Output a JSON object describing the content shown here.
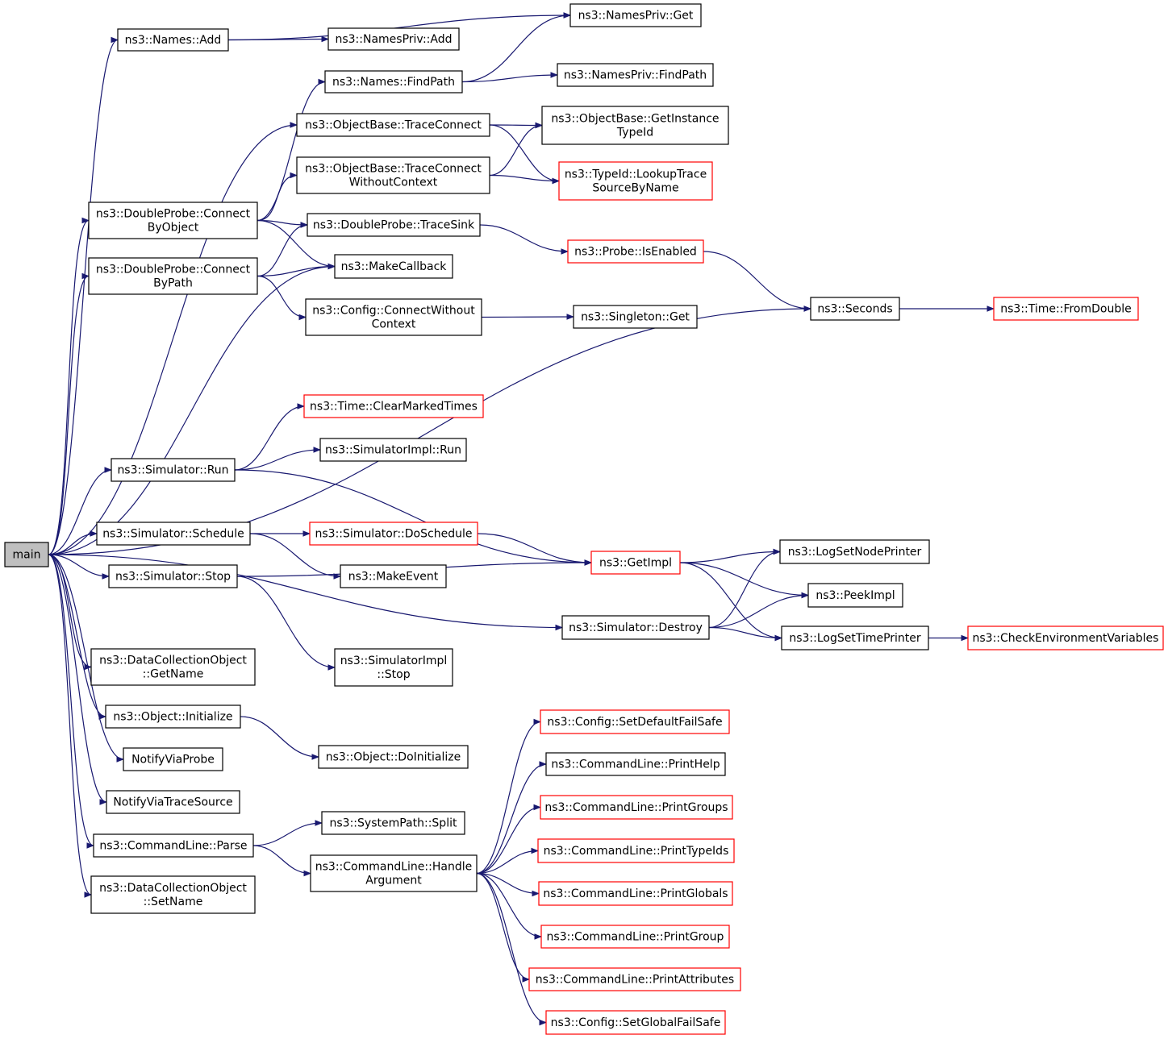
{
  "colors": {
    "edge": "#191970",
    "node_border": "#000000",
    "node_border_truncated": "#ff0000",
    "root_fill": "#bfbfbf",
    "background": "#ffffff"
  },
  "nodes": [
    {
      "id": "main",
      "lines": [
        "main"
      ],
      "style": "root"
    },
    {
      "id": "names_add",
      "lines": [
        "ns3::Names::Add"
      ],
      "style": "normal"
    },
    {
      "id": "namespriv_get",
      "lines": [
        "ns3::NamesPriv::Get"
      ],
      "style": "normal"
    },
    {
      "id": "namespriv_add",
      "lines": [
        "ns3::NamesPriv::Add"
      ],
      "style": "normal"
    },
    {
      "id": "names_findpath",
      "lines": [
        "ns3::Names::FindPath"
      ],
      "style": "normal"
    },
    {
      "id": "namespriv_findpath",
      "lines": [
        "ns3::NamesPriv::FindPath"
      ],
      "style": "normal"
    },
    {
      "id": "ob_traceconnect",
      "lines": [
        "ns3::ObjectBase::TraceConnect"
      ],
      "style": "normal"
    },
    {
      "id": "ob_getinstancetypeid",
      "lines": [
        "ns3::ObjectBase::GetInstance",
        "TypeId"
      ],
      "style": "normal"
    },
    {
      "id": "ob_traceconnectwoc",
      "lines": [
        "ns3::ObjectBase::TraceConnect",
        "WithoutContext"
      ],
      "style": "normal"
    },
    {
      "id": "typeid_lookup",
      "lines": [
        "ns3::TypeId::LookupTrace",
        "SourceByName"
      ],
      "style": "red"
    },
    {
      "id": "dp_connectbyobject",
      "lines": [
        "ns3::DoubleProbe::Connect",
        "ByObject"
      ],
      "style": "normal"
    },
    {
      "id": "dp_tracesink",
      "lines": [
        "ns3::DoubleProbe::TraceSink"
      ],
      "style": "normal"
    },
    {
      "id": "probe_isenabled",
      "lines": [
        "ns3::Probe::IsEnabled"
      ],
      "style": "red"
    },
    {
      "id": "dp_connectbypath",
      "lines": [
        "ns3::DoubleProbe::Connect",
        "ByPath"
      ],
      "style": "normal"
    },
    {
      "id": "makecallback",
      "lines": [
        "ns3::MakeCallback"
      ],
      "style": "normal"
    },
    {
      "id": "seconds",
      "lines": [
        "ns3::Seconds"
      ],
      "style": "normal"
    },
    {
      "id": "time_fromdouble",
      "lines": [
        "ns3::Time::FromDouble"
      ],
      "style": "red"
    },
    {
      "id": "config_connectwoc",
      "lines": [
        "ns3::Config::ConnectWithout",
        "Context"
      ],
      "style": "normal"
    },
    {
      "id": "singleton_get",
      "lines": [
        "ns3::Singleton::Get"
      ],
      "style": "normal"
    },
    {
      "id": "time_clearmarked",
      "lines": [
        "ns3::Time::ClearMarkedTimes"
      ],
      "style": "red"
    },
    {
      "id": "simimpl_run",
      "lines": [
        "ns3::SimulatorImpl::Run"
      ],
      "style": "normal"
    },
    {
      "id": "sim_run",
      "lines": [
        "ns3::Simulator::Run"
      ],
      "style": "normal"
    },
    {
      "id": "sim_schedule",
      "lines": [
        "ns3::Simulator::Schedule"
      ],
      "style": "normal"
    },
    {
      "id": "sim_doschedule",
      "lines": [
        "ns3::Simulator::DoSchedule"
      ],
      "style": "red"
    },
    {
      "id": "getimpl",
      "lines": [
        "ns3::GetImpl"
      ],
      "style": "red"
    },
    {
      "id": "lognodeprinter",
      "lines": [
        "ns3::LogSetNodePrinter"
      ],
      "style": "normal"
    },
    {
      "id": "makeevent",
      "lines": [
        "ns3::MakeEvent"
      ],
      "style": "normal"
    },
    {
      "id": "sim_stop",
      "lines": [
        "ns3::Simulator::Stop"
      ],
      "style": "normal"
    },
    {
      "id": "peekimpl",
      "lines": [
        "ns3::PeekImpl"
      ],
      "style": "normal"
    },
    {
      "id": "sim_destroy",
      "lines": [
        "ns3::Simulator::Destroy"
      ],
      "style": "normal"
    },
    {
      "id": "logtimeprinter",
      "lines": [
        "ns3::LogSetTimePrinter"
      ],
      "style": "normal"
    },
    {
      "id": "checkenv",
      "lines": [
        "ns3::CheckEnvironmentVariables"
      ],
      "style": "red"
    },
    {
      "id": "dco_getname",
      "lines": [
        "ns3::DataCollectionObject",
        "::GetName"
      ],
      "style": "normal"
    },
    {
      "id": "simimpl_stop",
      "lines": [
        "ns3::SimulatorImpl",
        "::Stop"
      ],
      "style": "normal"
    },
    {
      "id": "object_initialize",
      "lines": [
        "ns3::Object::Initialize"
      ],
      "style": "normal"
    },
    {
      "id": "object_doinitialize",
      "lines": [
        "ns3::Object::DoInitialize"
      ],
      "style": "normal"
    },
    {
      "id": "notifyviaprobe",
      "lines": [
        "NotifyViaProbe"
      ],
      "style": "normal"
    },
    {
      "id": "notifyviatracesource",
      "lines": [
        "NotifyViaTraceSource"
      ],
      "style": "normal"
    },
    {
      "id": "config_setdefaultfailsafe",
      "lines": [
        "ns3::Config::SetDefaultFailSafe"
      ],
      "style": "red"
    },
    {
      "id": "cl_printhelp",
      "lines": [
        "ns3::CommandLine::PrintHelp"
      ],
      "style": "normal"
    },
    {
      "id": "cl_printgroups",
      "lines": [
        "ns3::CommandLine::PrintGroups"
      ],
      "style": "red"
    },
    {
      "id": "systempath_split",
      "lines": [
        "ns3::SystemPath::Split"
      ],
      "style": "normal"
    },
    {
      "id": "cl_parse",
      "lines": [
        "ns3::CommandLine::Parse"
      ],
      "style": "normal"
    },
    {
      "id": "cl_printtypeids",
      "lines": [
        "ns3::CommandLine::PrintTypeIds"
      ],
      "style": "red"
    },
    {
      "id": "cl_handleargument",
      "lines": [
        "ns3::CommandLine::Handle",
        "Argument"
      ],
      "style": "normal"
    },
    {
      "id": "dco_setname",
      "lines": [
        "ns3::DataCollectionObject",
        "::SetName"
      ],
      "style": "normal"
    },
    {
      "id": "cl_printglobals",
      "lines": [
        "ns3::CommandLine::PrintGlobals"
      ],
      "style": "red"
    },
    {
      "id": "cl_printgroup",
      "lines": [
        "ns3::CommandLine::PrintGroup"
      ],
      "style": "red"
    },
    {
      "id": "cl_printattributes",
      "lines": [
        "ns3::CommandLine::PrintAttributes"
      ],
      "style": "red"
    },
    {
      "id": "config_setglobalfailsafe",
      "lines": [
        "ns3::Config::SetGlobalFailSafe"
      ],
      "style": "red"
    }
  ],
  "edges": [
    [
      "main",
      "names_add"
    ],
    [
      "main",
      "ob_traceconnect"
    ],
    [
      "main",
      "dp_connectbyobject"
    ],
    [
      "main",
      "dp_connectbypath"
    ],
    [
      "main",
      "makecallback"
    ],
    [
      "main",
      "seconds"
    ],
    [
      "main",
      "sim_run"
    ],
    [
      "main",
      "sim_schedule"
    ],
    [
      "main",
      "sim_stop"
    ],
    [
      "main",
      "sim_destroy"
    ],
    [
      "main",
      "dco_getname"
    ],
    [
      "main",
      "object_initialize"
    ],
    [
      "main",
      "notifyviaprobe"
    ],
    [
      "main",
      "notifyviatracesource"
    ],
    [
      "main",
      "cl_parse"
    ],
    [
      "main",
      "dco_setname"
    ],
    [
      "names_add",
      "namespriv_get"
    ],
    [
      "names_add",
      "namespriv_add"
    ],
    [
      "names_findpath",
      "namespriv_get"
    ],
    [
      "names_findpath",
      "namespriv_findpath"
    ],
    [
      "ob_traceconnect",
      "ob_getinstancetypeid"
    ],
    [
      "ob_traceconnect",
      "typeid_lookup"
    ],
    [
      "ob_traceconnectwoc",
      "ob_getinstancetypeid"
    ],
    [
      "ob_traceconnectwoc",
      "typeid_lookup"
    ],
    [
      "dp_connectbyobject",
      "names_findpath"
    ],
    [
      "dp_connectbyobject",
      "ob_traceconnectwoc"
    ],
    [
      "dp_connectbyobject",
      "dp_tracesink"
    ],
    [
      "dp_connectbyobject",
      "makecallback"
    ],
    [
      "dp_connectbypath",
      "dp_tracesink"
    ],
    [
      "dp_connectbypath",
      "makecallback"
    ],
    [
      "dp_connectbypath",
      "config_connectwoc"
    ],
    [
      "dp_tracesink",
      "probe_isenabled"
    ],
    [
      "probe_isenabled",
      "seconds"
    ],
    [
      "seconds",
      "time_fromdouble"
    ],
    [
      "config_connectwoc",
      "singleton_get"
    ],
    [
      "sim_run",
      "time_clearmarked"
    ],
    [
      "sim_run",
      "simimpl_run"
    ],
    [
      "sim_run",
      "getimpl"
    ],
    [
      "sim_schedule",
      "sim_doschedule"
    ],
    [
      "sim_schedule",
      "makeevent"
    ],
    [
      "sim_doschedule",
      "getimpl"
    ],
    [
      "sim_stop",
      "getimpl"
    ],
    [
      "sim_stop",
      "simimpl_stop"
    ],
    [
      "getimpl",
      "lognodeprinter"
    ],
    [
      "getimpl",
      "peekimpl"
    ],
    [
      "getimpl",
      "logtimeprinter"
    ],
    [
      "sim_destroy",
      "lognodeprinter"
    ],
    [
      "sim_destroy",
      "peekimpl"
    ],
    [
      "sim_destroy",
      "logtimeprinter"
    ],
    [
      "logtimeprinter",
      "checkenv"
    ],
    [
      "object_initialize",
      "object_doinitialize"
    ],
    [
      "cl_parse",
      "systempath_split"
    ],
    [
      "cl_parse",
      "cl_handleargument"
    ],
    [
      "cl_handleargument",
      "config_setdefaultfailsafe"
    ],
    [
      "cl_handleargument",
      "cl_printhelp"
    ],
    [
      "cl_handleargument",
      "cl_printgroups"
    ],
    [
      "cl_handleargument",
      "cl_printtypeids"
    ],
    [
      "cl_handleargument",
      "cl_printglobals"
    ],
    [
      "cl_handleargument",
      "cl_printgroup"
    ],
    [
      "cl_handleargument",
      "cl_printattributes"
    ],
    [
      "cl_handleargument",
      "config_setglobalfailsafe"
    ]
  ]
}
